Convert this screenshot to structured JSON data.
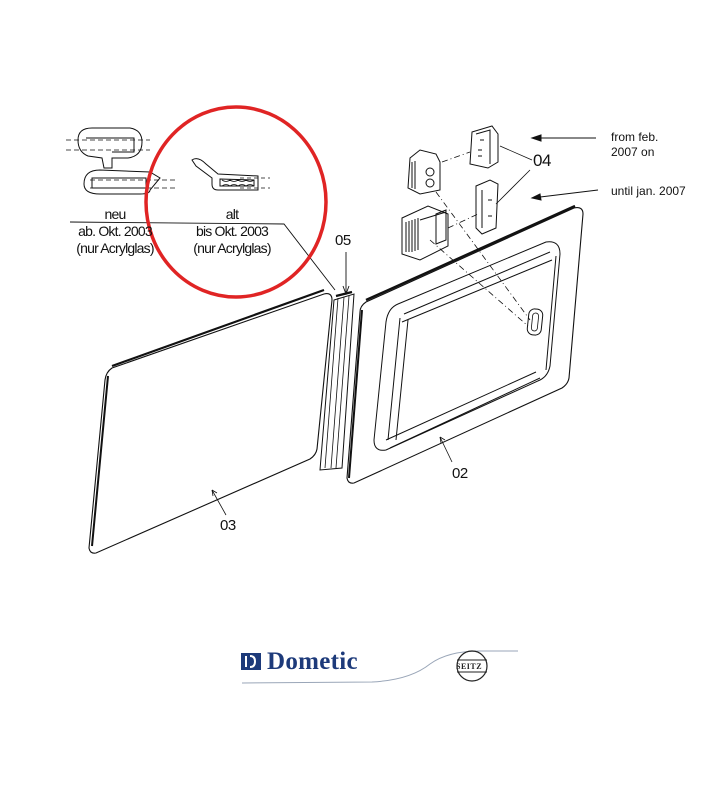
{
  "diagram": {
    "type": "exploded-parts-diagram",
    "subject": "caravan window / flap assembly",
    "highlight": {
      "shape": "circle",
      "color": "#e02424",
      "target": "profile-alt"
    }
  },
  "profiles": {
    "neu": {
      "title": "neu",
      "line1": "ab. Okt. 2003",
      "line2": "(nur Acrylglas)"
    },
    "alt": {
      "title": "alt",
      "line1": "bis Okt. 2003",
      "line2": "(nur Acrylglas)"
    }
  },
  "parts": {
    "p02": {
      "number": "02"
    },
    "p03": {
      "number": "03"
    },
    "p04": {
      "number": "04"
    },
    "p05": {
      "number": "05"
    }
  },
  "notes": {
    "from": {
      "line1": "from feb.",
      "line2": "2007 on"
    },
    "until": {
      "line1": "until jan. 2007"
    }
  },
  "logos": {
    "dometic": {
      "text": "Dometic",
      "color": "#1d3a7a"
    },
    "seitz": {
      "text": "SEITZ"
    }
  }
}
